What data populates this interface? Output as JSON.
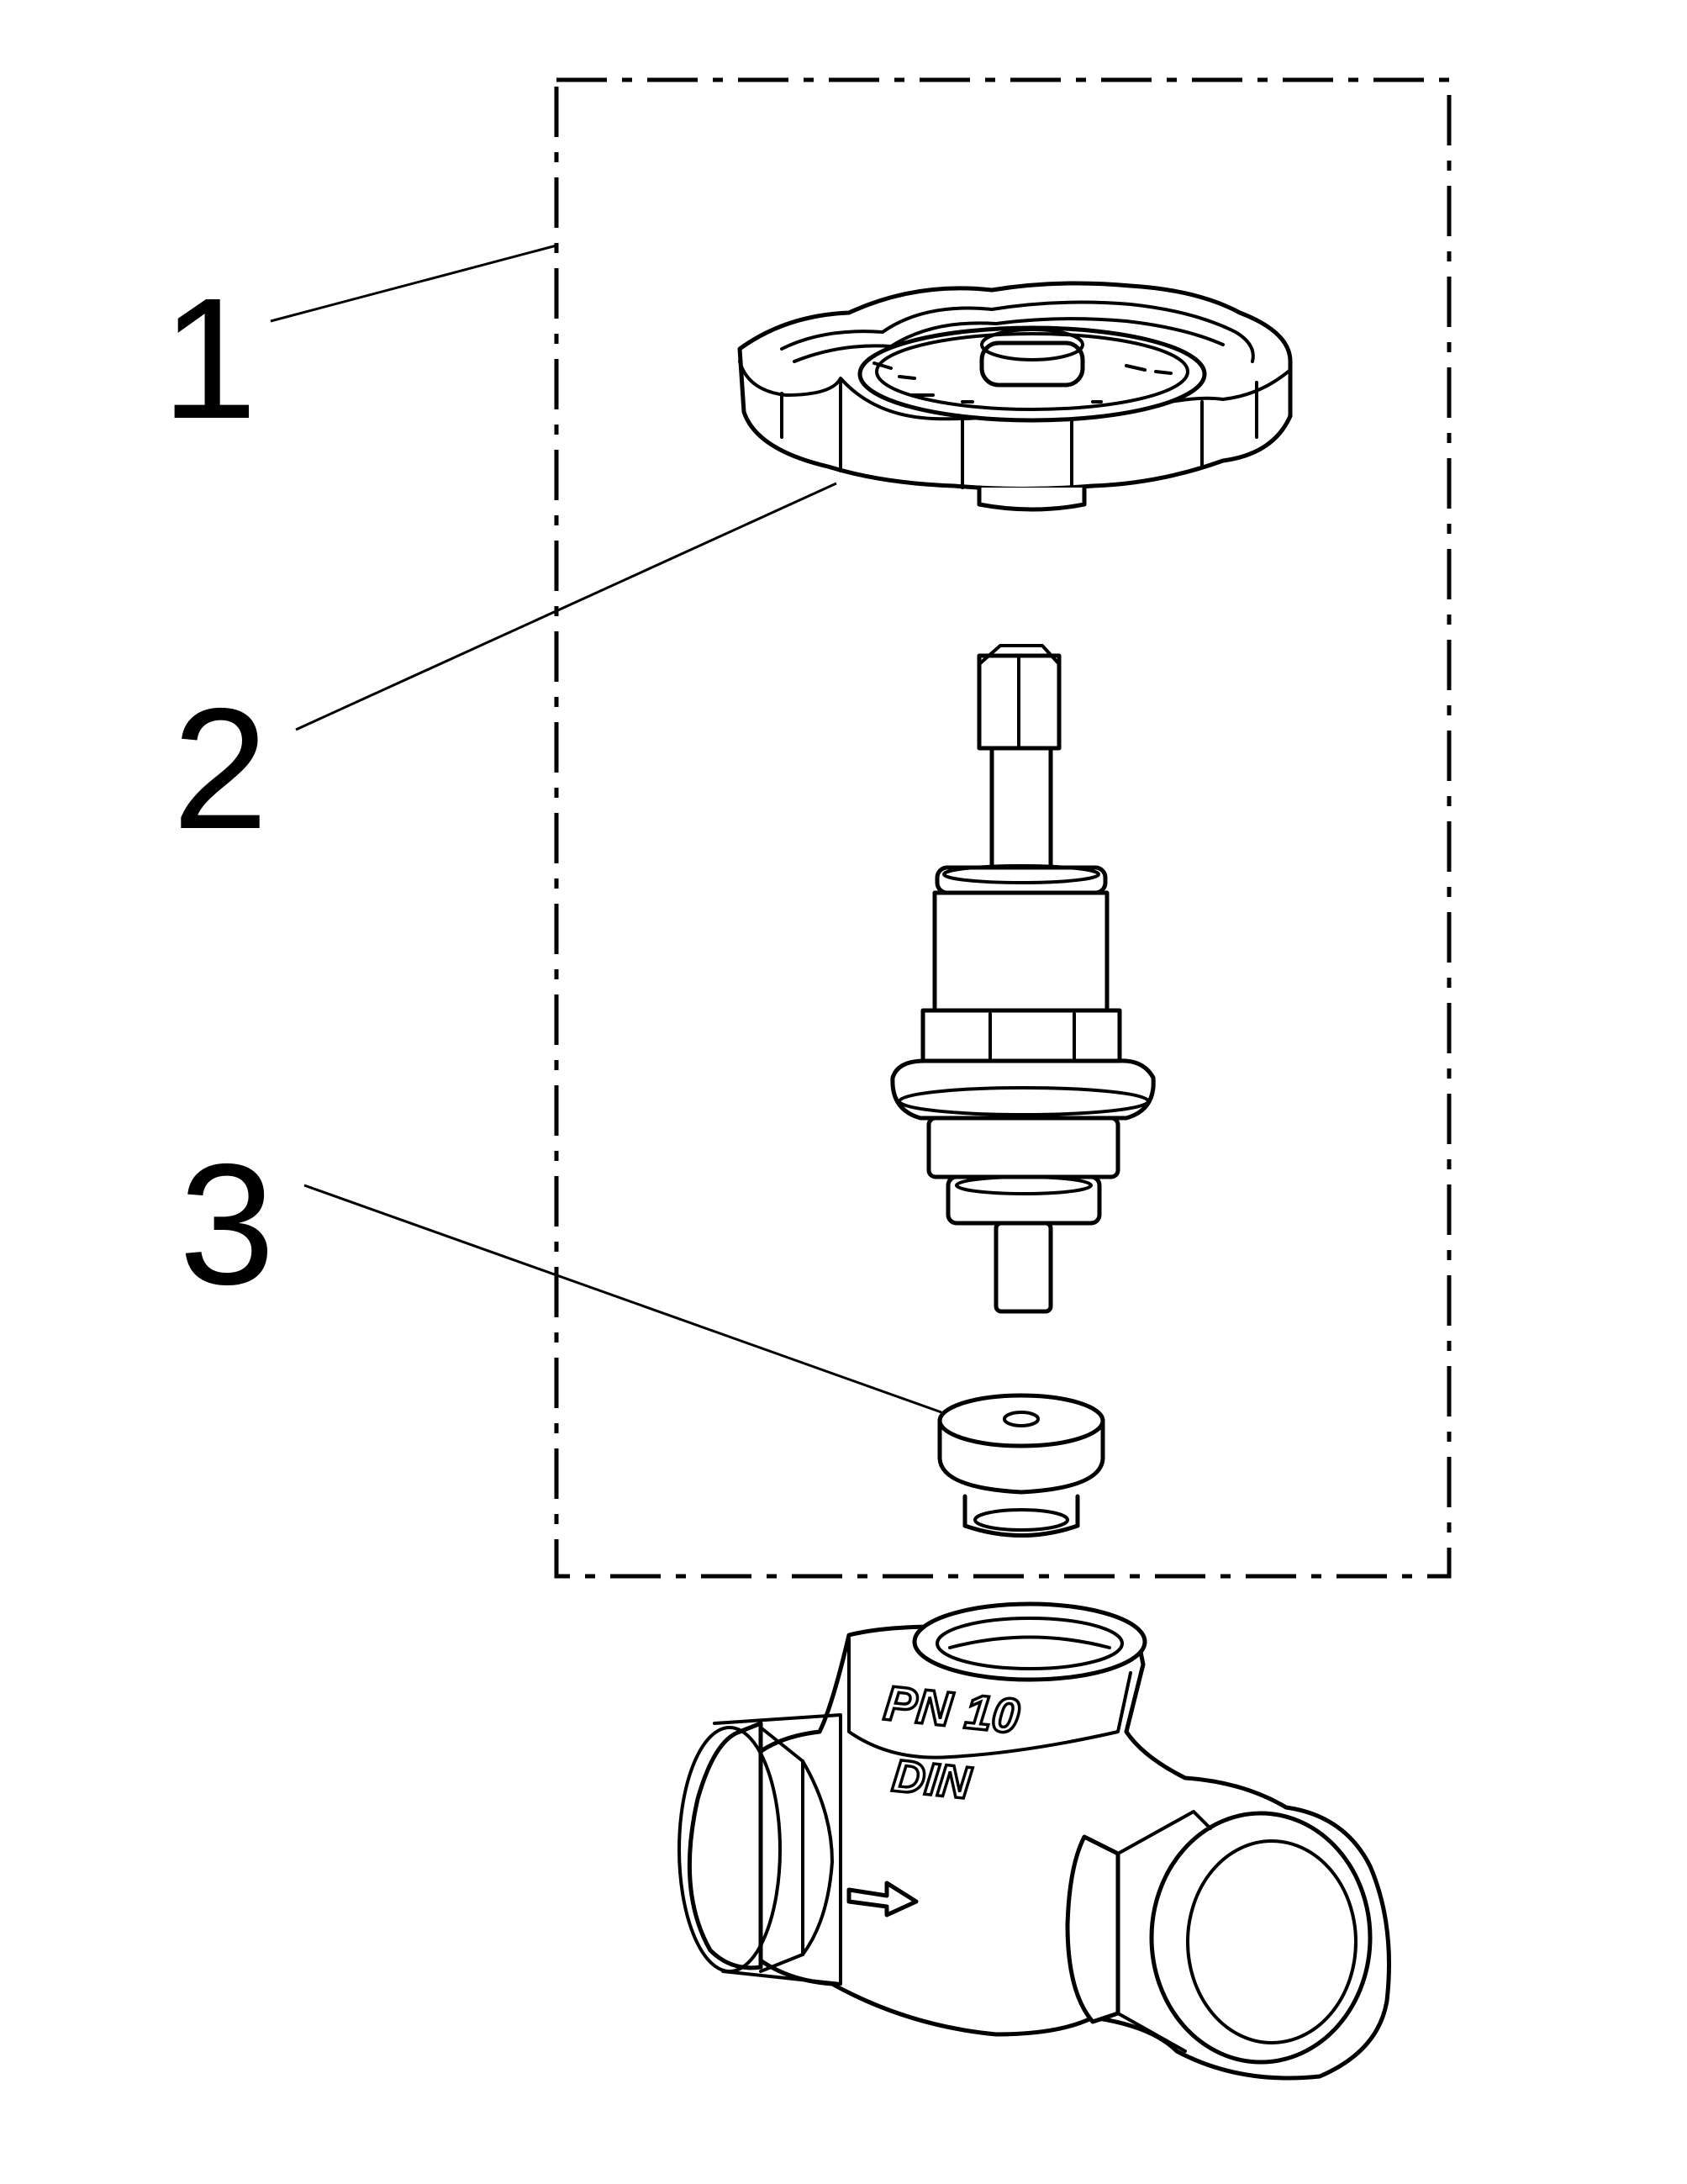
{
  "callouts": {
    "c1": "1",
    "c2": "2",
    "c3": "3"
  },
  "valve_body": {
    "pressure_marking": "PN 10",
    "standard_marking": "DIN"
  },
  "colors": {
    "line": "#000000",
    "background": "#ffffff"
  }
}
